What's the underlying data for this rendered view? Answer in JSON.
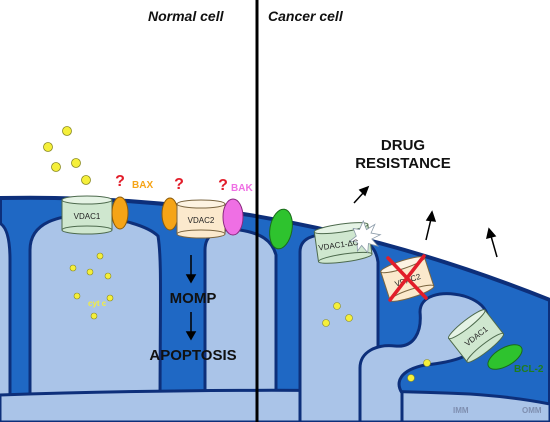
{
  "panels": {
    "normal_title": "Normal cell",
    "cancer_title": "Cancer cell"
  },
  "channels": {
    "vdac1_normal": "VDAC1",
    "vdac2_normal": "VDAC2",
    "vdac1_dc": "VDAC1-ΔC",
    "vdac2_cancer": "VDAC2",
    "vdac1_cancer": "VDAC1"
  },
  "proteins": {
    "bax": "BAX",
    "bak": "BAK",
    "bcl2": "BCL-2",
    "cytc": "cyt c",
    "question_mark": "?"
  },
  "outcomes": {
    "momp": "MOMP",
    "apoptosis": "APOPTOSIS",
    "drug_line1": "DRUG",
    "drug_line2": "RESISTANCE"
  },
  "membranes": {
    "imm": "IMM",
    "omm": "OMM"
  },
  "colors": {
    "matrix": "#1f68c4",
    "cristae": "#aac4e8",
    "outline": "#0d2f7a",
    "channel_green": "#cfe7cf",
    "channel_cream": "#fbe9cd",
    "bax": "#f5a417",
    "bak": "#ef6fe4",
    "bcl2": "#2ec32e",
    "cytc": "#f5ef3a",
    "qmark": "#e21d2a"
  }
}
